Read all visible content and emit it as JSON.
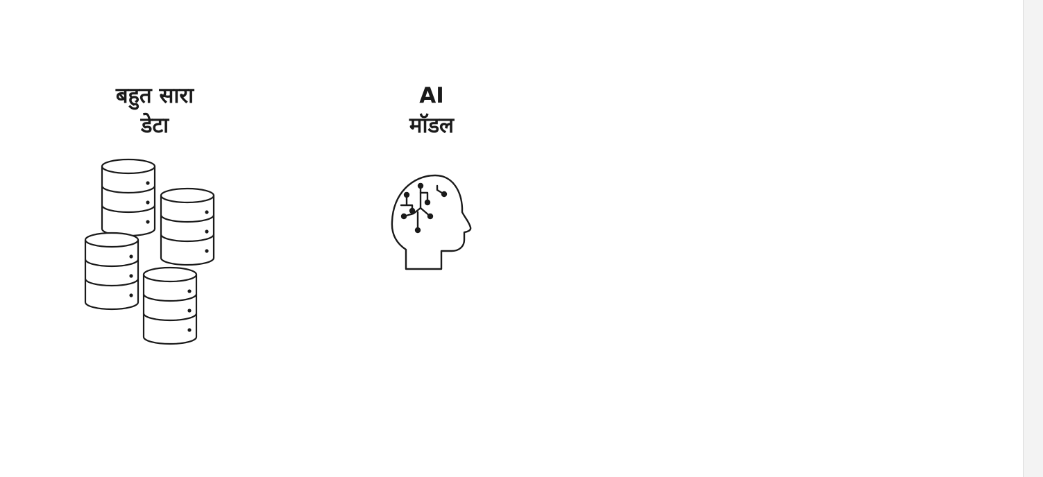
{
  "data_block": {
    "label_line1": "बहुत सारा",
    "label_line2": "डेटा",
    "icon": "database-stack-icon"
  },
  "ai_block": {
    "label_line1": "AI",
    "label_line2": "मॉडल",
    "icon": "brain-circuit-head-icon"
  },
  "colors": {
    "stroke": "#1a1a1a",
    "background": "#ffffff"
  }
}
